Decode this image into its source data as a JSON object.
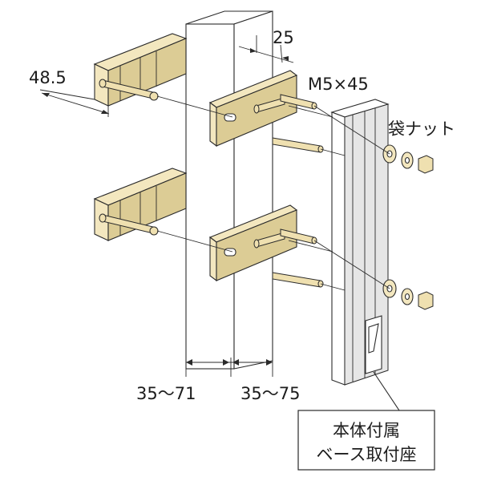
{
  "labels": {
    "dim_bracket_depth": "48.5",
    "dim_offset": "25",
    "bolt_spec": "M5×45",
    "cap_nut": "袋ナット",
    "range_left": "35～71",
    "range_right": "35～75",
    "base_seat_line1": "本体付属",
    "base_seat_line2": "ベース取付座"
  },
  "colors": {
    "bracket_fill": "#f3e7bf",
    "bracket_shade": "#dccc95",
    "outline": "#2a2a2a"
  }
}
